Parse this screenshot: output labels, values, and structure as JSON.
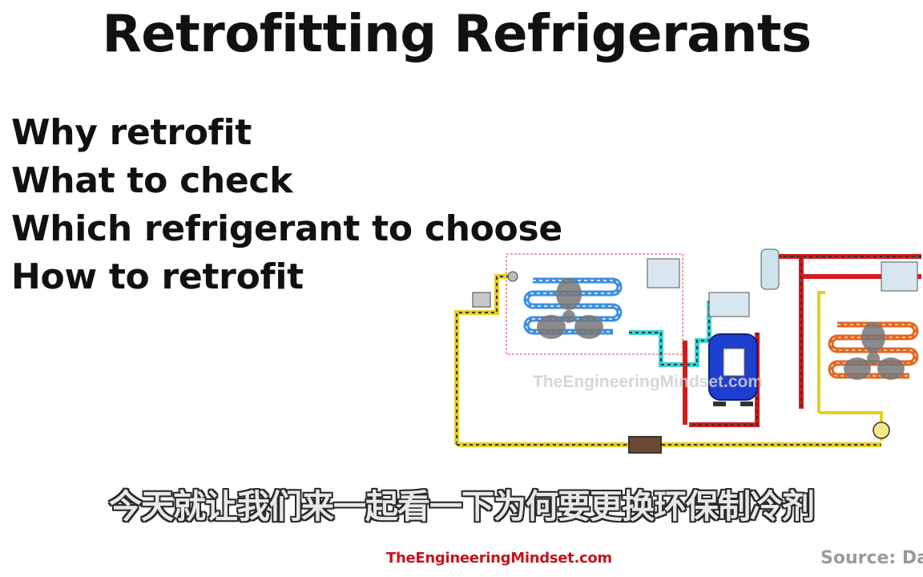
{
  "slide": {
    "title": "Retrofitting Refrigerants",
    "agenda": [
      "Why retrofit",
      "What to check",
      "Which refrigerant to choose",
      "How to retrofit"
    ]
  },
  "diagram": {
    "watermark": "TheEngineeringMindset.com"
  },
  "subtitle": "今天就让我们来一起看一下为何要更换环保制冷剂",
  "footer": {
    "brand": "TheEngineeringMindset.com",
    "source": "Source: Danfoss"
  }
}
